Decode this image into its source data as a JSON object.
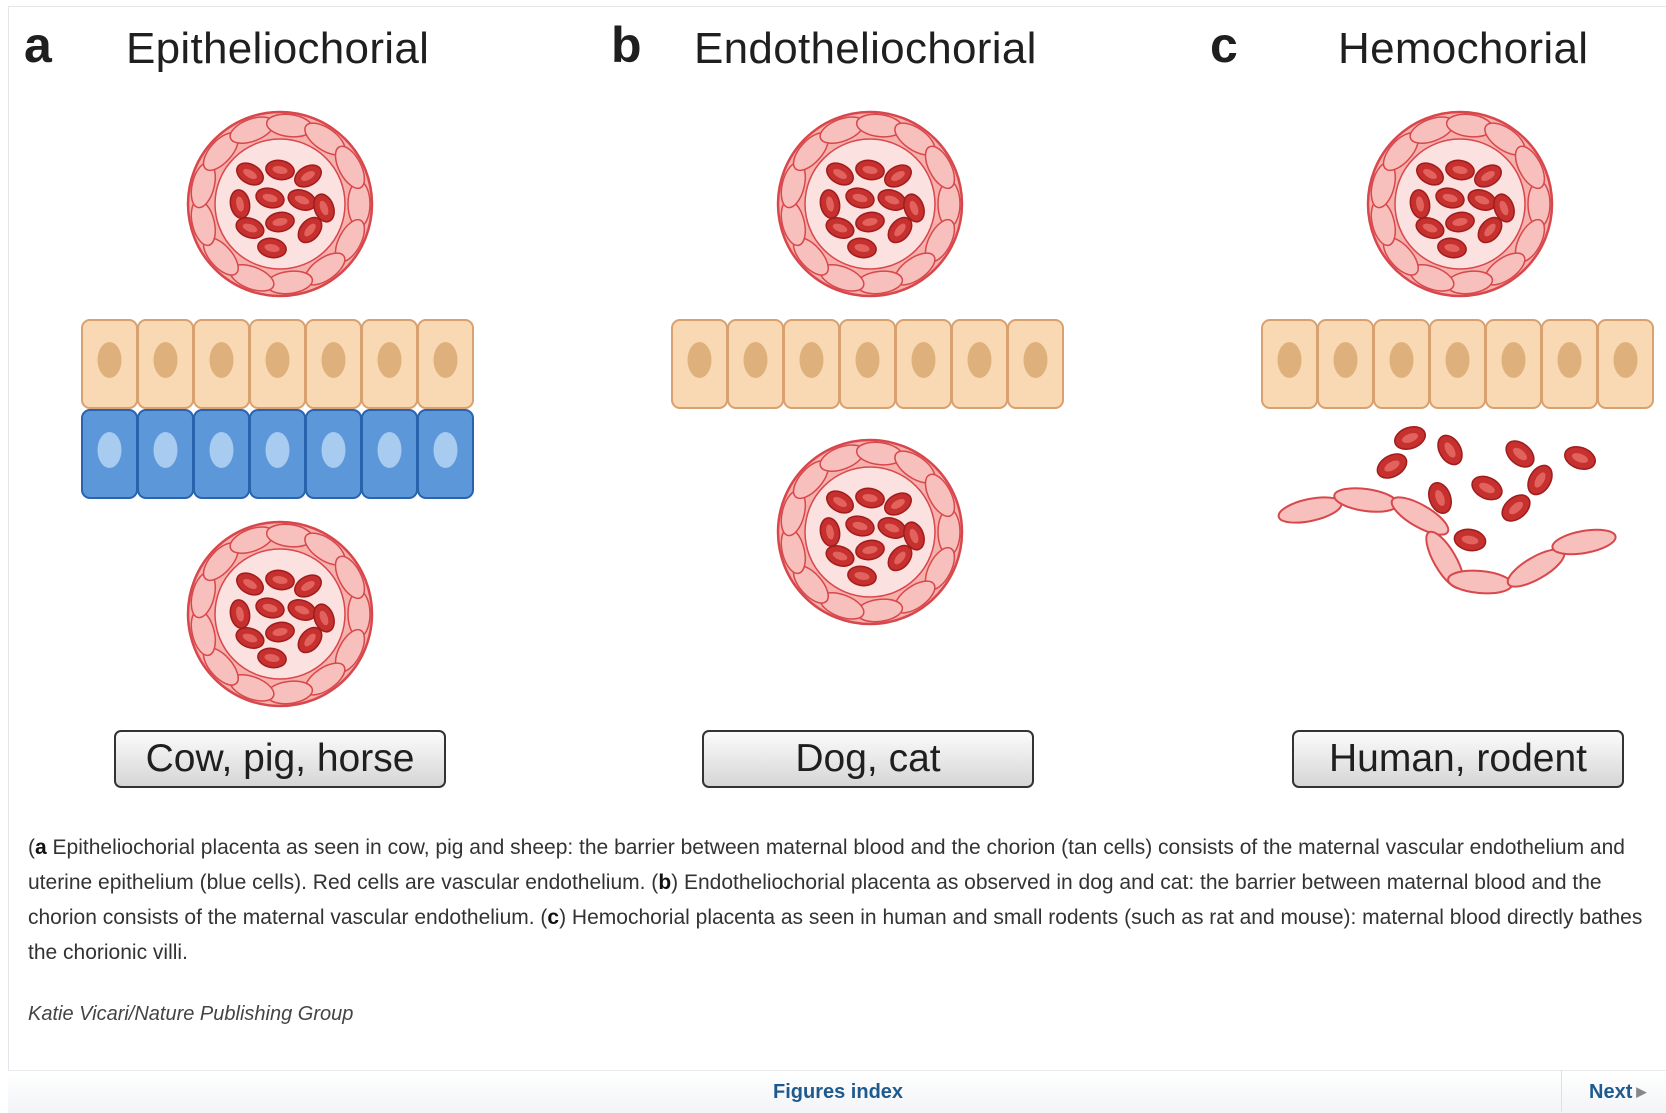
{
  "panels": [
    {
      "letter": "a",
      "title": "Epitheliochorial",
      "species": "Cow, pig, horse"
    },
    {
      "letter": "b",
      "title": "Endotheliochorial",
      "species": "Dog, cat"
    },
    {
      "letter": "c",
      "title": "Hemochorial",
      "species": "Human, rodent"
    }
  ],
  "caption": {
    "a_letter": "a",
    "a_text": " Epitheliochorial placenta as seen in cow, pig and sheep: the barrier between maternal blood and the chorion (tan cells) consists of the maternal vascular endothelium and uterine epithelium (blue cells). Red cells are vascular endothelium. (",
    "b_letter": "b",
    "b_text": ") Endotheliochorial placenta as observed in dog and cat: the barrier between maternal blood and the chorion consists of the maternal vascular endothelium. (",
    "c_letter": "c",
    "c_text": ") Hemochorial placenta as seen in human and small rodents (such as rat and mouse): maternal blood directly bathes the chorionic villi."
  },
  "credit": "Katie Vicari/Nature Publishing Group",
  "footer": {
    "figures_index": "Figures index",
    "next": "Next"
  },
  "colors": {
    "chorion_fill": "#f9d9b4",
    "chorion_stroke": "#d9a070",
    "chorion_nucleus": "#deb07c",
    "epithelium_fill": "#5b97d9",
    "epithelium_stroke": "#2a63ad",
    "epithelium_nucleus": "#a8cbf0",
    "endothelium_fill": "#f6b1ad",
    "endothelium_stroke": "#d8474c",
    "lumen_fill": "#fbe1df",
    "rbc_fill": "#c6302e",
    "rbc_stroke": "#a01c1c",
    "rbc_center": "#e2625d"
  }
}
